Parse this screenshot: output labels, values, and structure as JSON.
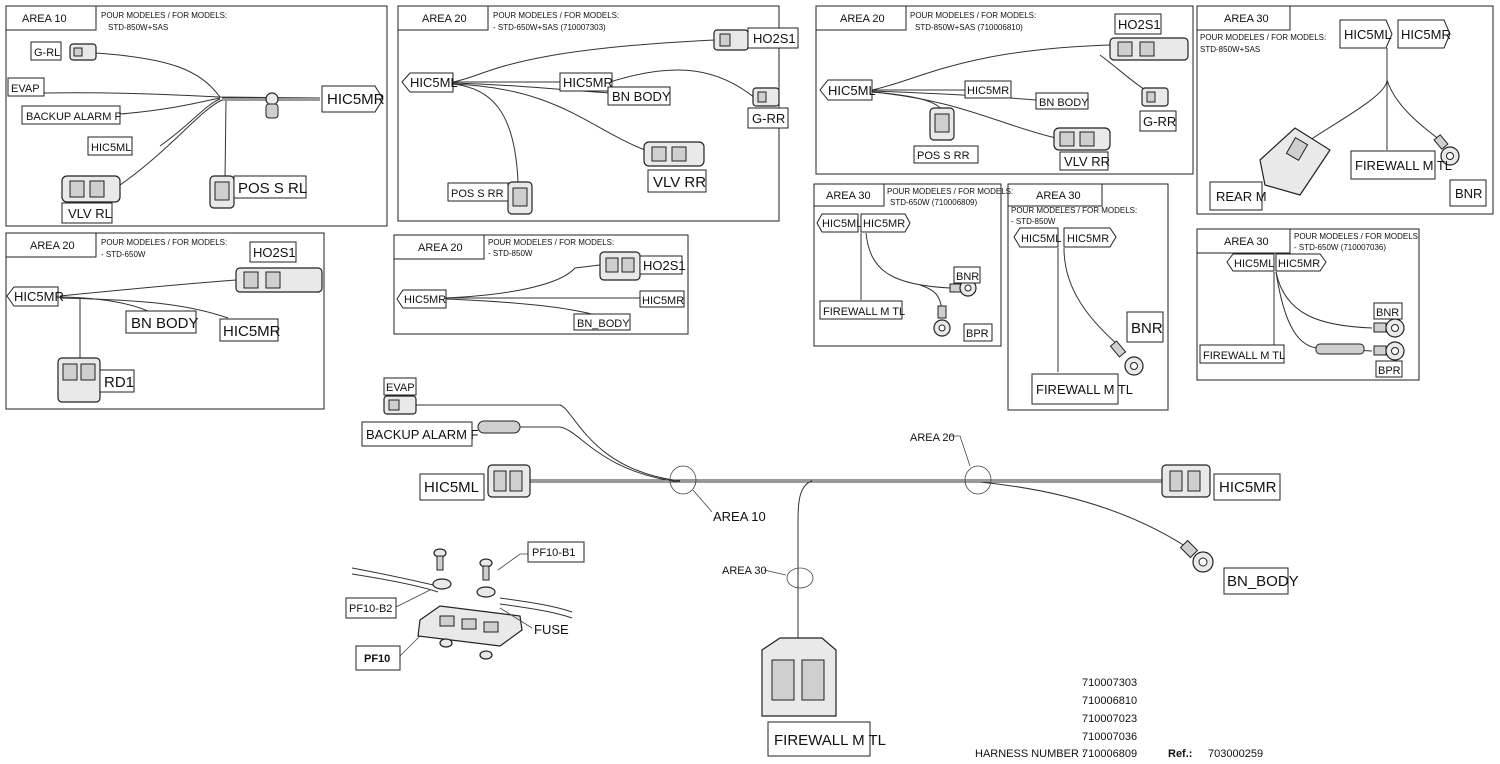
{
  "panels": {
    "p1": {
      "area": "AREA 10",
      "hdr1": "POUR MODELES / FOR MODELS:",
      "hdr2": "STD-850W+SAS",
      "labels": {
        "grl": "G-RL",
        "evap": "EVAP",
        "backup": "BACKUP ALARM F",
        "hic5ml": "HIC5ML",
        "vlvrl": "VLV RL",
        "possrl": "POS S RL",
        "hic5mr": "HIC5MR"
      }
    },
    "p2": {
      "area": "AREA 20",
      "hdr1": "POUR MODELES / FOR MODELS:",
      "hdr2": "- STD-650W+SAS (710007303)",
      "labels": {
        "ho2s1": "HO2S1",
        "hic5ml": "HIC5ML",
        "hic5mr": "HIC5MR",
        "bnbody": "BN BODY",
        "grr": "G-RR",
        "vlvrr": "VLV RR",
        "possrr": "POS S RR"
      }
    },
    "p3": {
      "area": "AREA 20",
      "hdr1": "POUR MODELES / FOR MODELS:",
      "hdr2": "STD-850W+SAS (710006810)",
      "labels": {
        "ho2s1": "HO2S1",
        "hic5ml": "HIC5ML",
        "hic5mr": "HIC5MR",
        "bnbody": "BN BODY",
        "grr": "G-RR",
        "possrr": "POS S RR",
        "vlvrr": "VLV RR"
      }
    },
    "p4": {
      "area": "AREA 30",
      "hdr1": "POUR MODELES / FOR MODELS:",
      "hdr2": "STD-850W+SAS",
      "labels": {
        "hic5ml": "HIC5ML",
        "hic5mr": "HIC5MR",
        "firewall": "FIREWALL M TL",
        "rearm": "REAR M",
        "bnr": "BNR"
      }
    },
    "p5": {
      "area": "AREA 20",
      "hdr1": "POUR MODELES / FOR MODELS:",
      "hdr2": "- STD-650W",
      "labels": {
        "ho2s1": "HO2S1",
        "hic5mr": "HIC5MR",
        "bnbody": "BN BODY",
        "hic5mr2": "HIC5MR",
        "rd1": "RD1"
      }
    },
    "p6": {
      "area": "AREA 20",
      "hdr1": "POUR MODELES / FOR MODELS:",
      "hdr2": "- STD-850W",
      "labels": {
        "ho2s1": "HO2S1",
        "hic5mr": "HIC5MR",
        "hic5mr2": "HIC5MR",
        "bnbody": "BN_BODY"
      }
    },
    "p7": {
      "area": "AREA 30",
      "hdr1": "POUR MODELES / FOR MODELS:",
      "hdr2": "STD-650W (710006809)",
      "labels": {
        "hic5ml": "HIC5ML",
        "hic5mr": "HIC5MR",
        "bnr": "BNR",
        "firewall": "FIREWALL M TL",
        "bpr": "BPR"
      }
    },
    "p8": {
      "area": "AREA 30",
      "hdr1": "POUR MODELES / FOR MODELS:",
      "hdr2": "- STD-850W",
      "labels": {
        "hic5ml": "HIC5ML",
        "hic5mr": "HIC5MR",
        "bnr": "BNR",
        "firewall": "FIREWALL M TL"
      }
    },
    "p9": {
      "area": "AREA 30",
      "hdr1": "POUR MODELES / FOR MODELS:",
      "hdr2": "- STD-650W (710007036)",
      "labels": {
        "hic5ml": "HIC5ML",
        "hic5mr": "HIC5MR",
        "bnr": "BNR",
        "firewall": "FIREWALL M TL",
        "bpr": "BPR"
      }
    }
  },
  "main": {
    "evap": "EVAP",
    "backup": "BACKUP ALARM F",
    "hic5ml": "HIC5ML",
    "hic5mr": "HIC5MR",
    "bnbody": "BN_BODY",
    "area10": "AREA 10",
    "area20": "AREA 20",
    "area30": "AREA 30",
    "firewall": "FIREWALL M TL",
    "pf10b1": "PF10-B1",
    "pf10b2": "PF10-B2",
    "fuse": "FUSE",
    "pf10": "PF10"
  },
  "footer": {
    "numbers": [
      "710007303",
      "710006810",
      "710007023",
      "710007036",
      "710006809"
    ],
    "harness_label": "HARNESS NUMBER :",
    "ref_label": "Ref.:",
    "ref_value": "703000259"
  }
}
